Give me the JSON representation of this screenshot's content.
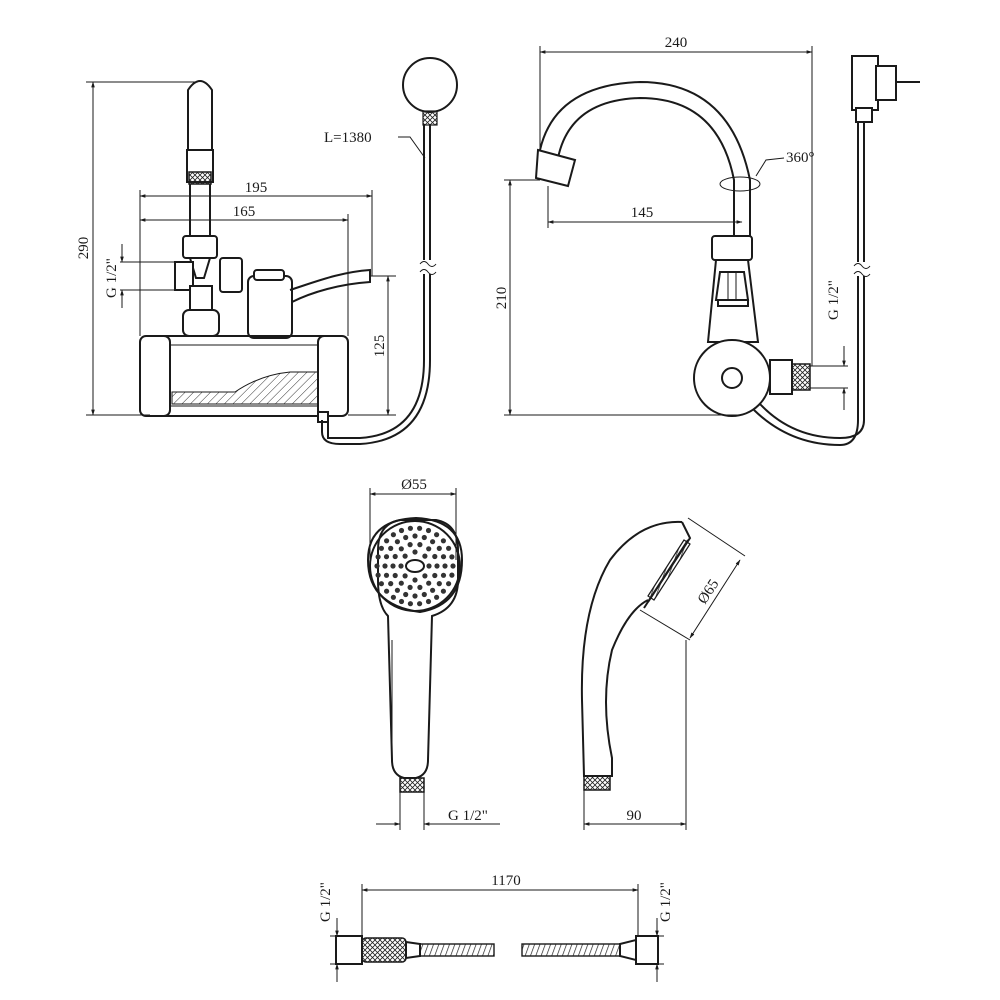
{
  "labels": {
    "front_width_outer": "195",
    "front_width_inner": "165",
    "front_height": "290",
    "front_body_height": "125",
    "front_thread": "G 1/2\"",
    "hose_length_note": "L=1380",
    "side_width": "240",
    "side_spout_reach": "145",
    "side_rotation": "360°",
    "side_height": "210",
    "side_thread": "G 1/2\"",
    "shower_face_diameter": "Ø55",
    "shower_face_thread": "G 1/2\"",
    "shower_side_diameter": "Ø65",
    "shower_side_depth": "90",
    "hose_total_length": "1170",
    "hose_left_thread": "G 1/2\"",
    "hose_right_thread": "G 1/2\""
  }
}
